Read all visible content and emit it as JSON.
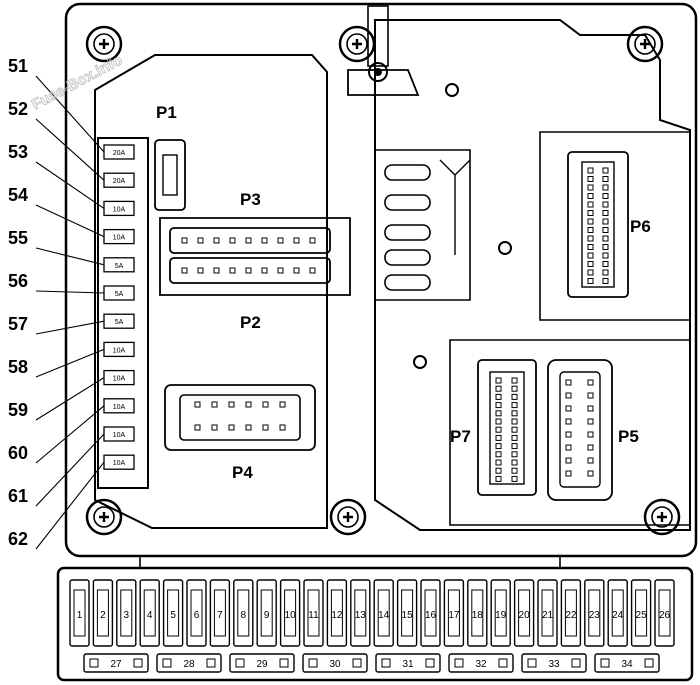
{
  "watermark": "Fuse-Box.info",
  "fuse_numbers": [
    "51",
    "52",
    "53",
    "54",
    "55",
    "56",
    "57",
    "58",
    "59",
    "60",
    "61",
    "62"
  ],
  "fuse_ratings": [
    "20A",
    "20A",
    "10A",
    "10A",
    "5A",
    "5A",
    "5A",
    "10A",
    "10A",
    "10A",
    "10A",
    "10A"
  ],
  "connectors": {
    "p1": "P1",
    "p2": "P2",
    "p3": "P3",
    "p4": "P4",
    "p5": "P5",
    "p6": "P6",
    "p7": "P7"
  },
  "relay_slots_top": [
    "1",
    "2",
    "3",
    "4",
    "5",
    "6",
    "7",
    "8",
    "9",
    "10",
    "11",
    "12",
    "13",
    "14",
    "15",
    "16",
    "17",
    "18",
    "19",
    "20",
    "21",
    "22",
    "23",
    "24",
    "25",
    "26"
  ],
  "relay_slots_bottom": [
    "27",
    "28",
    "29",
    "30",
    "31",
    "32",
    "33",
    "34"
  ]
}
